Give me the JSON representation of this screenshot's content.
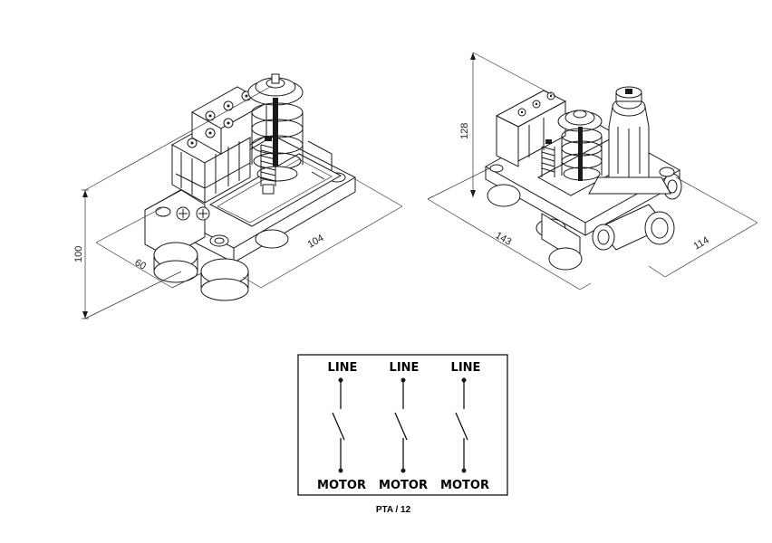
{
  "left_view": {
    "dim_height": "100",
    "dim_depth": "60",
    "dim_width": "104"
  },
  "right_view": {
    "dim_height": "128",
    "dim_length": "143",
    "dim_width": "114"
  },
  "schematic": {
    "poles": [
      {
        "top": "LINE",
        "bottom": "MOTOR"
      },
      {
        "top": "LINE",
        "bottom": "MOTOR"
      },
      {
        "top": "LINE",
        "bottom": "MOTOR"
      }
    ],
    "caption": "PTA / 12"
  }
}
